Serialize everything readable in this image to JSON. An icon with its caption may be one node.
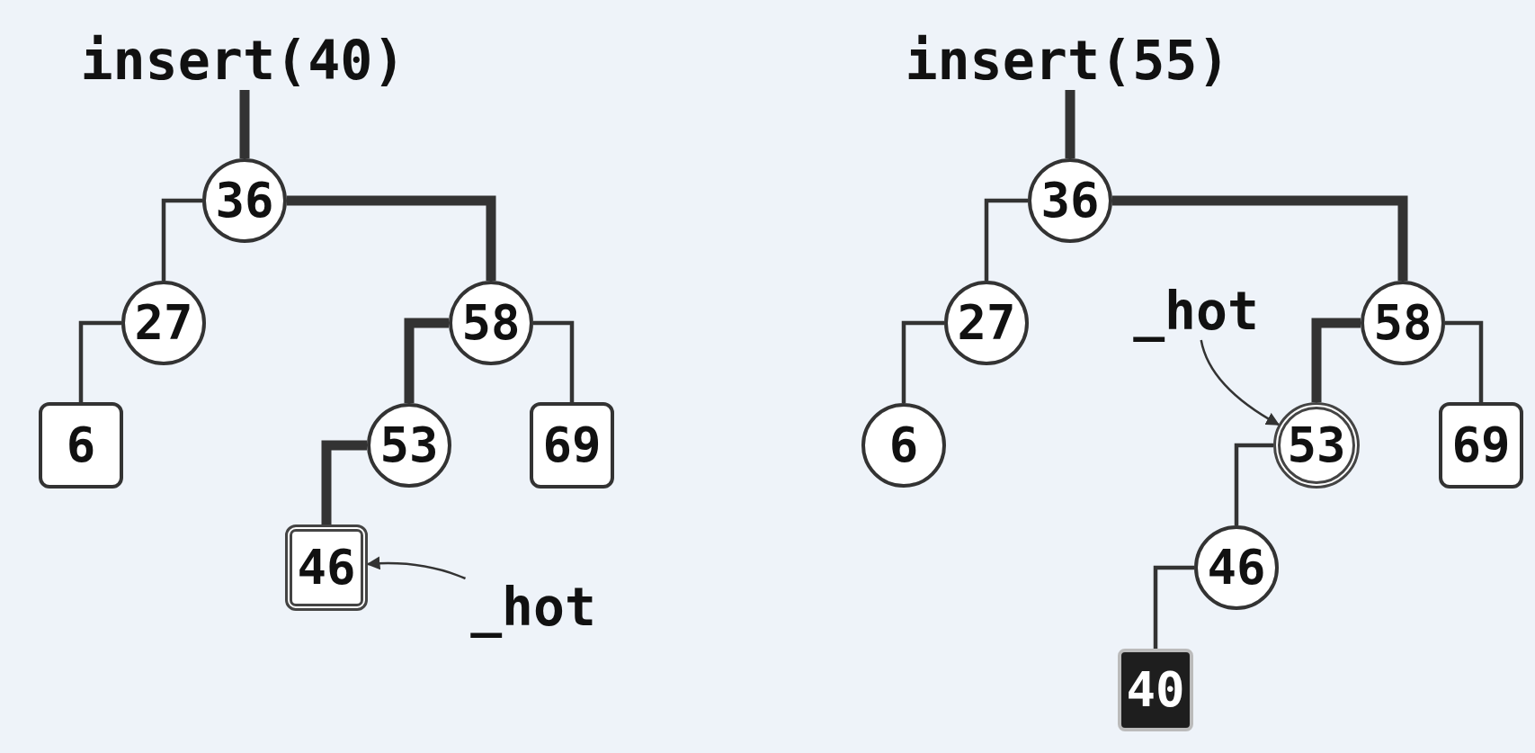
{
  "diagram": {
    "nodes": [
      {
        "text": [
          "insert(40)"
        ]
      },
      {
        "text": [
          "36"
        ]
      },
      {
        "text": [
          "27"
        ]
      },
      {
        "text": [
          "58"
        ]
      },
      {
        "text": [
          "6"
        ]
      },
      {
        "text": [
          "53"
        ]
      },
      {
        "text": [
          "69"
        ]
      },
      {
        "text": [
          "46"
        ]
      },
      {
        "text": [
          "_hot"
        ]
      },
      {
        "text": [
          "insert(55)"
        ]
      },
      {
        "text": [
          "36"
        ]
      },
      {
        "text": [
          "27"
        ]
      },
      {
        "text": [
          "58"
        ]
      },
      {
        "text": [
          "6"
        ]
      },
      {
        "text": [
          "_hot"
        ]
      },
      {
        "text": [
          "53"
        ]
      },
      {
        "text": [
          "69"
        ]
      },
      {
        "text": [
          "46"
        ]
      },
      {
        "text": [
          "40"
        ]
      }
    ],
    "edges": [
      {
        "from": 0,
        "to": 1,
        "arrow": "none",
        "style": "thick"
      },
      {
        "from": 1,
        "to": 2,
        "arrow": "none"
      },
      {
        "from": 1,
        "to": 3,
        "arrow": "none",
        "style": "thick"
      },
      {
        "from": 2,
        "to": 4,
        "arrow": "none"
      },
      {
        "from": 3,
        "to": 5,
        "arrow": "none",
        "style": "thick"
      },
      {
        "from": 3,
        "to": 6,
        "arrow": "none"
      },
      {
        "from": 5,
        "to": 7,
        "arrow": "none",
        "style": "thick"
      },
      {
        "from": 8,
        "to": 7,
        "arrow": "to"
      },
      {
        "from": 9,
        "to": 10,
        "arrow": "none",
        "style": "thick"
      },
      {
        "from": 10,
        "to": 11,
        "arrow": "none"
      },
      {
        "from": 10,
        "to": 12,
        "arrow": "none",
        "style": "thick"
      },
      {
        "from": 11,
        "to": 13,
        "arrow": "none"
      },
      {
        "from": 12,
        "to": 15,
        "arrow": "none",
        "style": "thick"
      },
      {
        "from": 12,
        "to": 16,
        "arrow": "none"
      },
      {
        "from": 15,
        "to": 17,
        "arrow": "none"
      },
      {
        "from": 17,
        "to": 18,
        "arrow": "none"
      },
      {
        "from": 14,
        "to": 15,
        "arrow": "to"
      }
    ]
  }
}
